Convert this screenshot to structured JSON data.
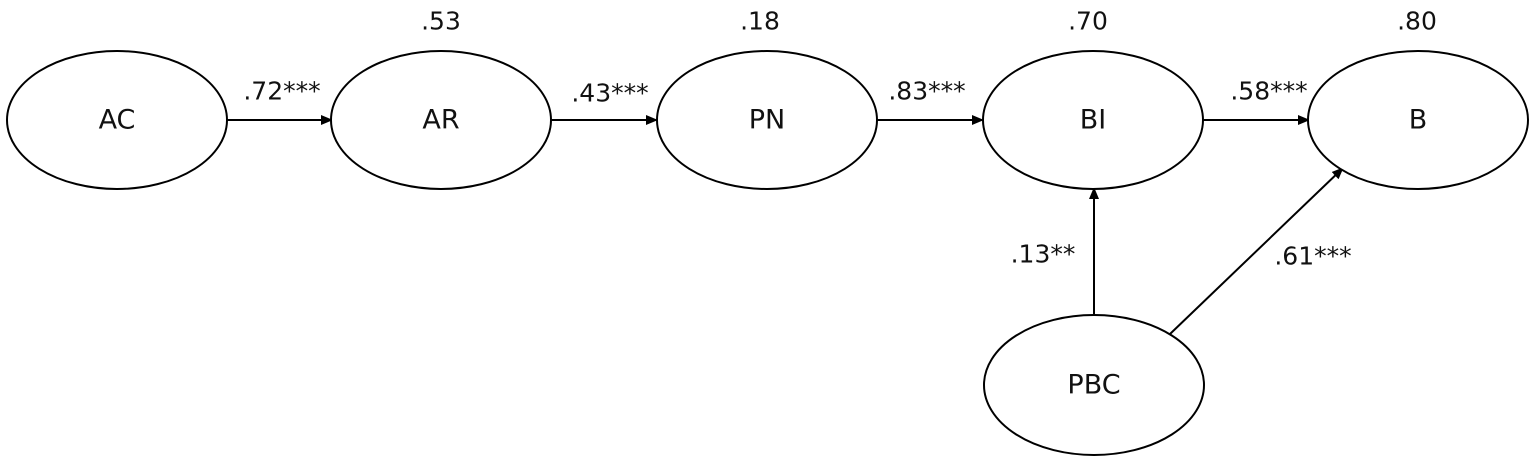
{
  "nodes": [
    {
      "id": "AC",
      "label": "AC",
      "r2": ""
    },
    {
      "id": "AR",
      "label": "AR",
      "r2": ".53"
    },
    {
      "id": "PN",
      "label": "PN",
      "r2": ".18"
    },
    {
      "id": "BI",
      "label": "BI",
      "r2": ".70"
    },
    {
      "id": "B",
      "label": "B",
      "r2": ".80"
    },
    {
      "id": "PBC",
      "label": "PBC",
      "r2": ""
    }
  ],
  "edges": [
    {
      "from": "AC",
      "to": "AR",
      "label": ".72***"
    },
    {
      "from": "AR",
      "to": "PN",
      "label": ".43***"
    },
    {
      "from": "PN",
      "to": "BI",
      "label": ".83***"
    },
    {
      "from": "BI",
      "to": "B",
      "label": ".58***"
    },
    {
      "from": "PBC",
      "to": "BI",
      "label": ".13**"
    },
    {
      "from": "PBC",
      "to": "B",
      "label": ".61***"
    }
  ]
}
